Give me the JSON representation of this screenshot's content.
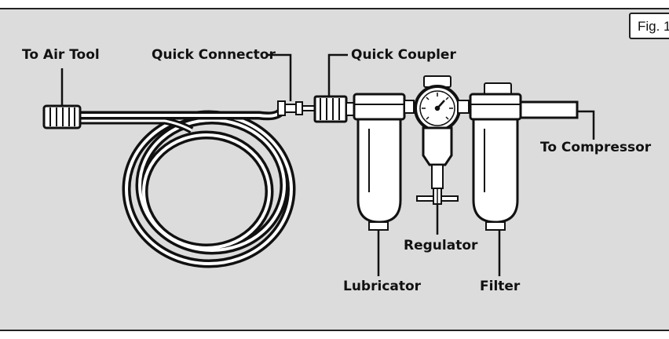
{
  "figure_tag": "Fig. 1",
  "labels": {
    "to_air_tool": "To Air Tool",
    "quick_connector": "Quick Connector",
    "quick_coupler": "Quick Coupler",
    "to_compressor": "To Compressor",
    "regulator": "Regulator",
    "lubricator": "Lubricator",
    "filter": "Filter"
  },
  "colors": {
    "panel": "#dcdcdc",
    "line": "#111111"
  }
}
